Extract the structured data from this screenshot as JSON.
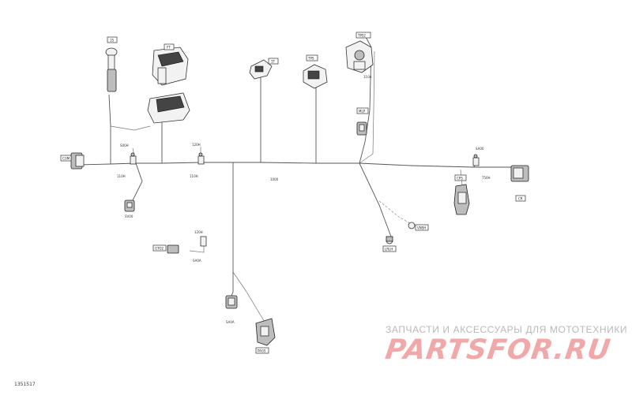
{
  "diagram_id": "1351517",
  "watermark": {
    "tagline": "ЗАПЧАСТИ И АКСЕССУАРЫ ДЛЯ МОТОТЕХНИКИ",
    "logo": "PARTSFOR.RU"
  },
  "tags": {
    "t1": "1S",
    "t2": "FT",
    "t3": "1T",
    "t4": "TPS",
    "t5": "TPS2",
    "t6": "MLP",
    "t7": "CUM",
    "t8": "CR",
    "t9": "CPS",
    "t10": "VNSH",
    "t11": "LRLH",
    "t12": "GTO2",
    "t13": "PAGS"
  },
  "labels": {
    "l1": "S00H",
    "l2": "110H",
    "l3": "120H",
    "l4": "110H",
    "l5": "1000",
    "l6": "110A",
    "l7": "SA00",
    "l8": "T50H",
    "l9": "120H",
    "l10": "SA0A",
    "l11": "SA0A",
    "l12": "SV00"
  }
}
